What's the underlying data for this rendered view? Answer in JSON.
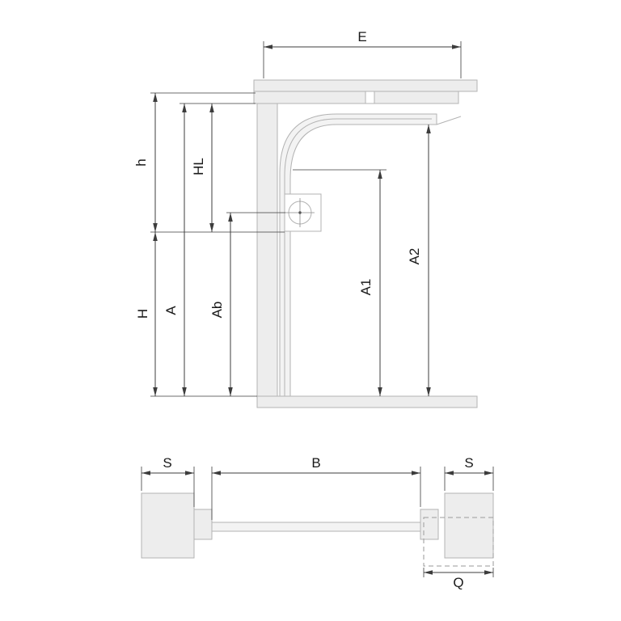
{
  "section_view": {
    "labels": {
      "E": "E",
      "h": "h",
      "HL": "HL",
      "H": "H",
      "A": "A",
      "Ab": "Ab",
      "A1": "A1",
      "A2": "A2"
    }
  },
  "plan_view": {
    "labels": {
      "S_left": "S",
      "B": "B",
      "S_right": "S",
      "Q": "Q"
    }
  },
  "colors": {
    "background": "#ffffff",
    "part_fill": "#ededed",
    "part_fill_light": "#f3f3f3",
    "part_stroke": "#b3b3b3",
    "dim_stroke": "#3c3c3c",
    "dashed_stroke": "#9a9a9a",
    "label_text": "#1a1a1a"
  }
}
